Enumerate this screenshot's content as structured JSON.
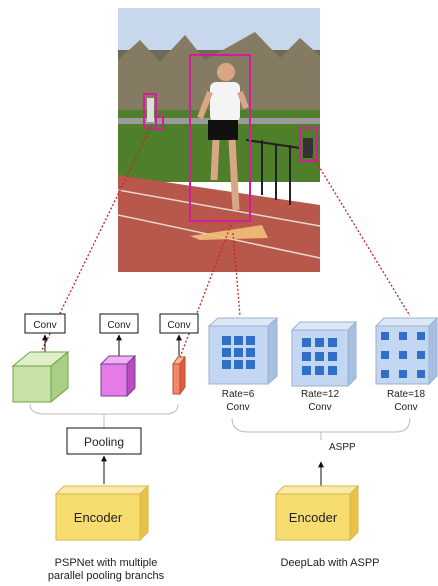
{
  "photo": {
    "description_name": "runner-on-track-photo",
    "colors": {
      "grass": "#4f7f2a",
      "track": "#b8584a",
      "sky": "#c8d8ec",
      "box": "#d21e9a",
      "pixel_region": "#f2c07a"
    }
  },
  "psp": {
    "conv_labels": [
      "Conv",
      "Conv",
      "Conv"
    ],
    "pooling_label": "Pooling",
    "encoder_label": "Encoder",
    "caption_line1": "PSPNet with multiple",
    "caption_line2": "parallel pooling branchs",
    "cube_colors": [
      "#c6e2a5",
      "#e47be6",
      "#f2876a"
    ]
  },
  "deeplab": {
    "conv_label": "Conv",
    "rate_labels": [
      "Rate=6",
      "Rate=12",
      "Rate=18"
    ],
    "aspp_label": "ASPP",
    "encoder_label": "Encoder",
    "caption": "DeepLab with ASPP",
    "cube_color": "#c3d7f2",
    "cell_color": "#2f6fc9"
  },
  "colors": {
    "encoder": "#f7dc6f",
    "dotted_link": "#c0261e",
    "bracket": "#bbbbbb"
  }
}
